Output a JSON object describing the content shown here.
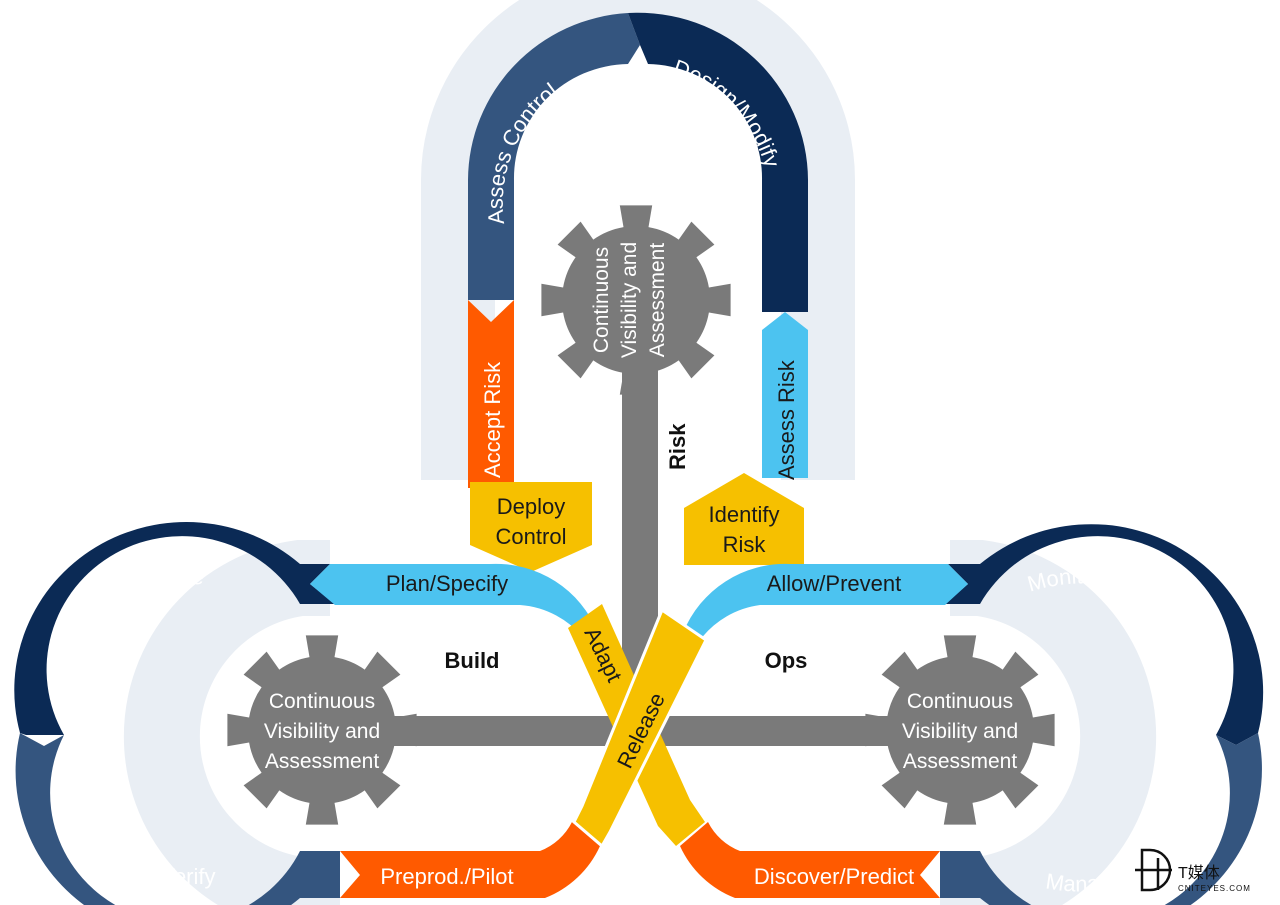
{
  "colors": {
    "navy": "#0b2a55",
    "steel": "#34557f",
    "sky": "#4cc3f0",
    "orange": "#ff5a00",
    "gold": "#f6c000",
    "gear": "#7a7a7a"
  },
  "top_loop": {
    "assess_control": "Assess Control",
    "design_modify": "Design/Modify",
    "accept_risk": "Accept Risk",
    "assess_risk": "Assess Risk",
    "deploy_control": "Deploy Control",
    "identify_risk": "Identify Risk",
    "center_label": "Risk"
  },
  "left_loop": {
    "create_procure": "Create/Procure",
    "verify": "Verify",
    "plan_specify": "Plan/Specify",
    "preprod_pilot": "Preprod./Pilot",
    "center_label": "Build"
  },
  "right_loop": {
    "monitor_detect": "Monitor/Detect",
    "manage_respond": "Manage/Respond",
    "allow_prevent": "Allow/Prevent",
    "discover_predict": "Discover/Predict",
    "center_label": "Ops"
  },
  "crossing": {
    "adapt": "Adapt",
    "release": "Release"
  },
  "gears": {
    "top": [
      "Continuous",
      "Visibility and",
      "Assessment"
    ],
    "left": [
      "Continuous",
      "Visibility and",
      "Assessment"
    ],
    "right": [
      "Continuous",
      "Visibility and",
      "Assessment"
    ]
  },
  "watermark": {
    "brand": "T媒体",
    "site": "CNITEYES.COM"
  }
}
